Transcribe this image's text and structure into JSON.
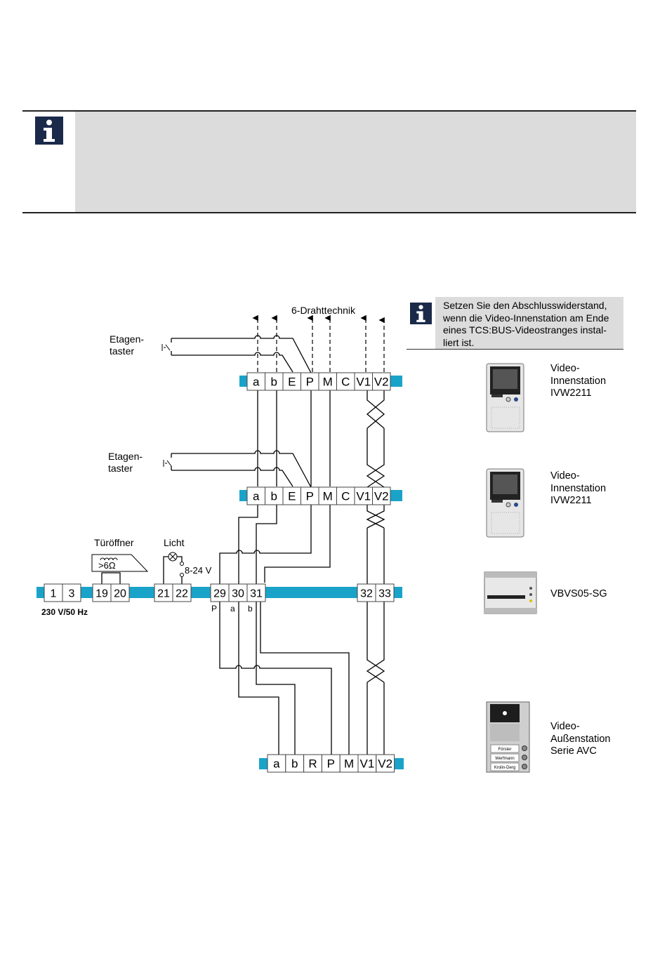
{
  "top_info_box": {
    "icon": "info-icon"
  },
  "note": {
    "icon": "info-icon",
    "text": "Setzen Sie den Abschlusswiderstand, wenn die Video-Innenstation am Ende eines TCS:BUS-Videostranges instal-liert ist."
  },
  "diagram": {
    "title": "6-Drahttechnik",
    "floor_button_1": "Etagen-\ntaster",
    "floor_button_2": "Etagen-\ntaster",
    "door_opener": "Türöffner",
    "door_opener_value": ">6Ω",
    "light": "Licht",
    "light_voltage": "8-24 V",
    "mains": "230 V/50 Hz",
    "terminals_indoor": [
      "a",
      "b",
      "E",
      "P",
      "M",
      "C",
      "V1",
      "V2"
    ],
    "terminals_mains": [
      "1",
      "3"
    ],
    "terminals_opener": [
      "19",
      "20"
    ],
    "terminals_light": [
      "21",
      "22"
    ],
    "terminals_bus": [
      "29",
      "30",
      "31"
    ],
    "terminals_video": [
      "32",
      "33"
    ],
    "bus_sub_labels": [
      "P",
      "a",
      "b"
    ],
    "terminals_outdoor": [
      "a",
      "b",
      "R",
      "P",
      "M",
      "V1",
      "V2"
    ]
  },
  "devices": [
    {
      "name": "indoor-station-1",
      "label": "Video-\nInnenstation\nIVW2211"
    },
    {
      "name": "indoor-station-2",
      "label": "Video-\nInnenstation\nIVW2211"
    },
    {
      "name": "control-unit",
      "label": "VBVS05-SG"
    },
    {
      "name": "outdoor-station",
      "label": "Video-\nAußenstation\nSerie AVC",
      "name_tags": [
        "Förster",
        "Werfmann",
        "Krolin-Derg"
      ]
    }
  ],
  "colors": {
    "rail": "#1aa3c9",
    "info_bg": "#dcdcdc",
    "icon_bg": "#1b2a4a"
  }
}
